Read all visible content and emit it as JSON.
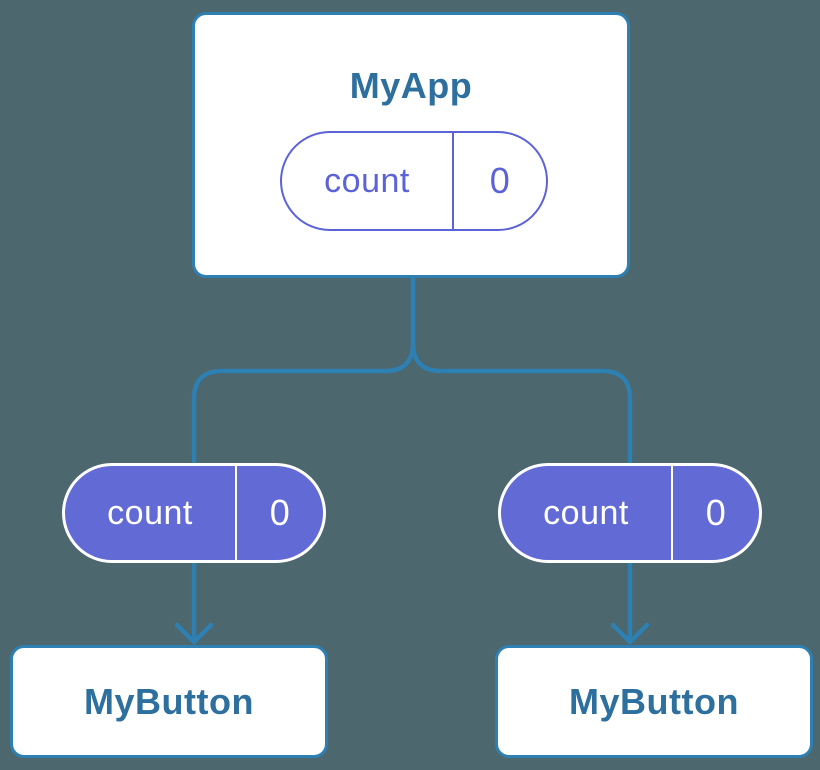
{
  "diagram": {
    "root": {
      "title": "MyApp",
      "state": {
        "label": "count",
        "value": "0"
      }
    },
    "children": [
      {
        "title": "MyButton",
        "prop": {
          "label": "count",
          "value": "0"
        }
      },
      {
        "title": "MyButton",
        "prop": {
          "label": "count",
          "value": "0"
        }
      }
    ]
  },
  "colors": {
    "background": "#4c676d",
    "connector": "#2e7fb2",
    "card_border": "#2e7fb2",
    "card_title_text": "#2d6f9e",
    "pill_fill_purple": "#616ad5",
    "pill_outline_purple": "#5c63d8",
    "pill_filled_text": "#ffffff",
    "card_fill": "#ffffff"
  }
}
